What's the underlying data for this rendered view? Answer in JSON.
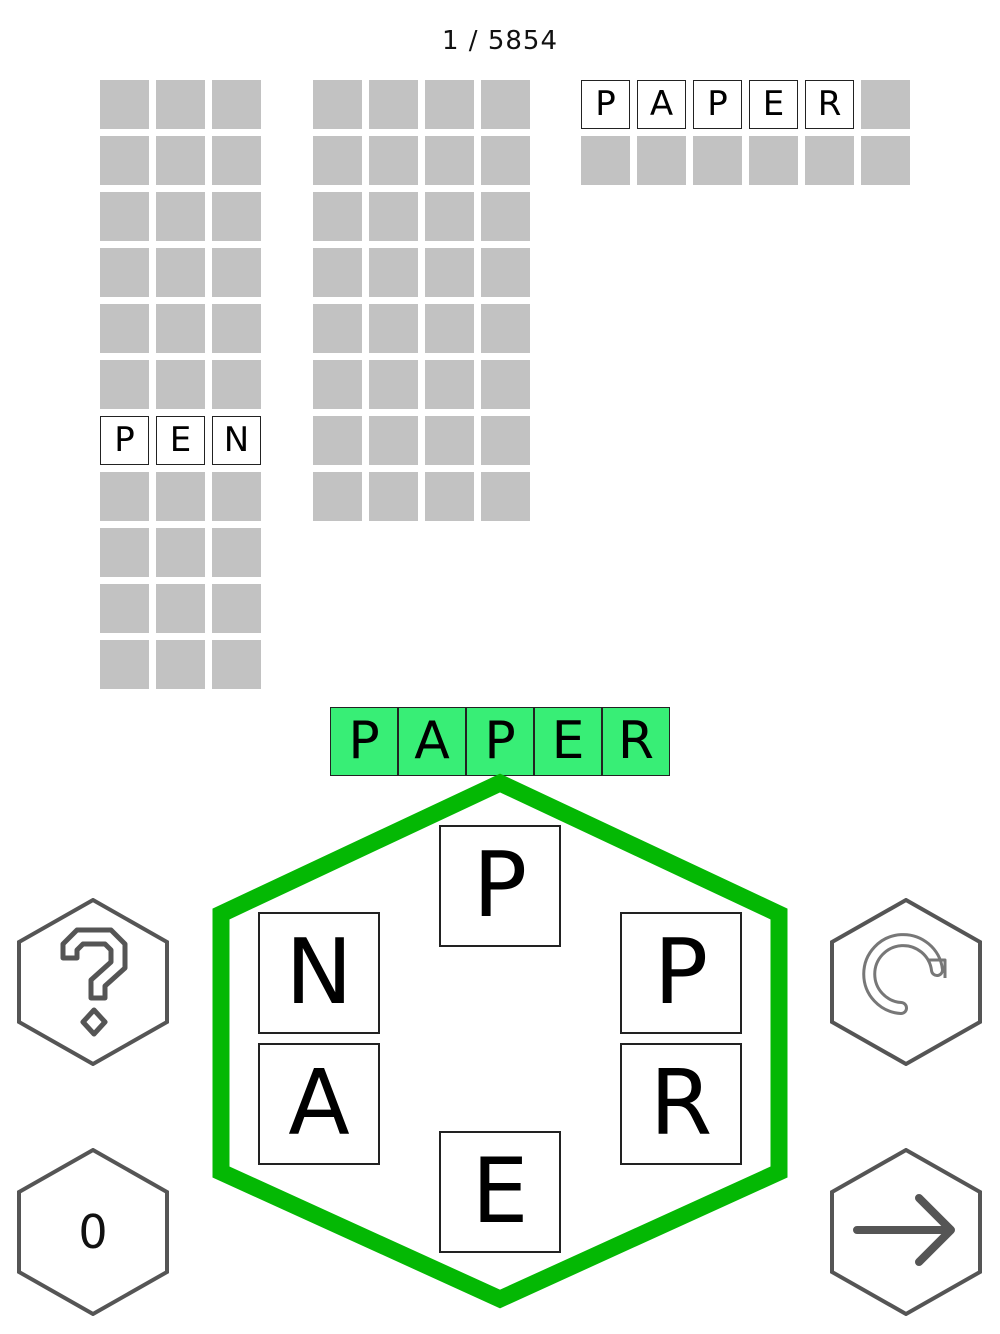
{
  "level": {
    "text": "1 / 5854"
  },
  "grid": {
    "columns": [
      {
        "length": 3,
        "rows": 11,
        "found": {
          "6": "PEN"
        }
      },
      {
        "length": 4,
        "rows": 8,
        "found": {}
      },
      {
        "length": 6,
        "rows": 2,
        "found": {
          "0": "PAPER"
        }
      }
    ],
    "colors": {
      "empty": "#c2c2c2",
      "filled": "#ffffff"
    }
  },
  "current_word": {
    "letters": [
      "P",
      "A",
      "P",
      "E",
      "R"
    ],
    "color": "#38ee76"
  },
  "wheel": {
    "letters": {
      "top": "P",
      "upper_left": "N",
      "upper_right": "P",
      "lower_left": "A",
      "lower_right": "R",
      "bottom": "E"
    },
    "ring_color": "#04b804"
  },
  "buttons": {
    "hint_icon": "question-icon",
    "shuffle_icon": "refresh-icon",
    "counter_value": "0",
    "next_icon": "arrow-right-icon"
  }
}
